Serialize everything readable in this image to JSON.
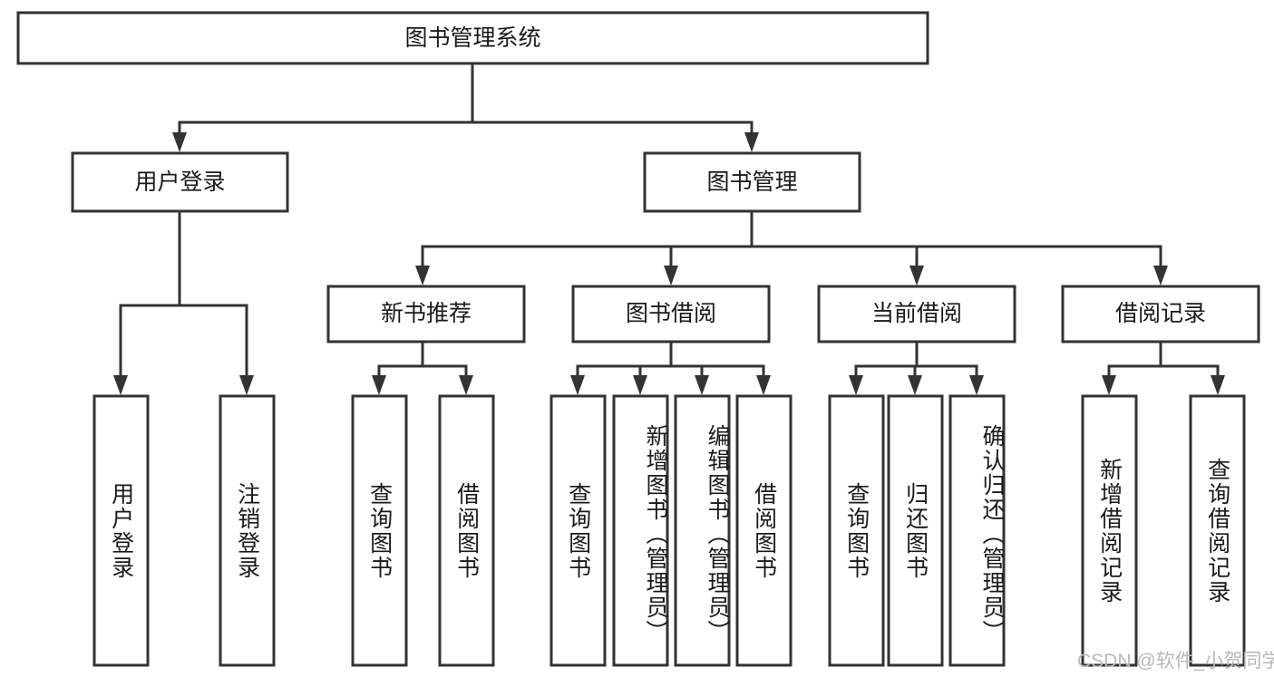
{
  "diagram": {
    "type": "tree",
    "title": "图书管理系统",
    "orientation": "top-down",
    "colors": {
      "stroke": "#333333",
      "fill": "#ffffff",
      "text": "#1a1a1a",
      "watermark": "#b9b9b9",
      "background": "#ffffff"
    },
    "watermark": "CSDN @软件_小贺同学",
    "root": {
      "label": "图书管理系统"
    },
    "level2": [
      {
        "label": "用户登录"
      },
      {
        "label": "图书管理"
      }
    ],
    "level3": [
      {
        "label": "新书推荐"
      },
      {
        "label": "图书借阅"
      },
      {
        "label": "当前借阅"
      },
      {
        "label": "借阅记录"
      }
    ],
    "leaves": {
      "user_login": [
        {
          "label": "用户登录"
        },
        {
          "label": "注销登录"
        }
      ],
      "new_book_recommend": [
        {
          "label": "查询图书"
        },
        {
          "label": "借阅图书"
        }
      ],
      "book_borrow": [
        {
          "label": "查询图书"
        },
        {
          "label": "新增图书（管理员）"
        },
        {
          "label": "编辑图书（管理员）"
        },
        {
          "label": "借阅图书"
        }
      ],
      "current_borrow": [
        {
          "label": "查询图书"
        },
        {
          "label": "归还图书"
        },
        {
          "label": "确认归还（管理员）"
        }
      ],
      "borrow_record": [
        {
          "label": "新增借阅记录"
        },
        {
          "label": "查询借阅记录"
        }
      ]
    }
  }
}
